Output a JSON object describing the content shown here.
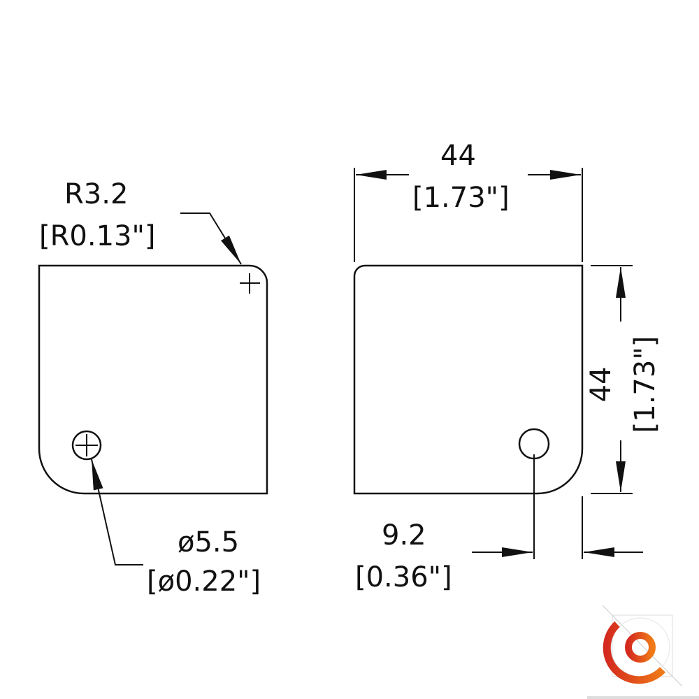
{
  "left_view": {
    "radius_label": "R3.2",
    "radius_label_inch": "[R0.13\"]",
    "hole_label": "ø5.5",
    "hole_label_inch": "[ø0.22\"]"
  },
  "right_view": {
    "width_label": "44",
    "width_label_inch": "[1.73\"]",
    "height_label": "44",
    "height_label_inch": "[1.73\"]",
    "offset_label": "9.2",
    "offset_label_inch": "[0.36\"]"
  },
  "colors": {
    "line": "#111111",
    "logo_red": "#d42a1e",
    "logo_orange": "#f07a18"
  }
}
